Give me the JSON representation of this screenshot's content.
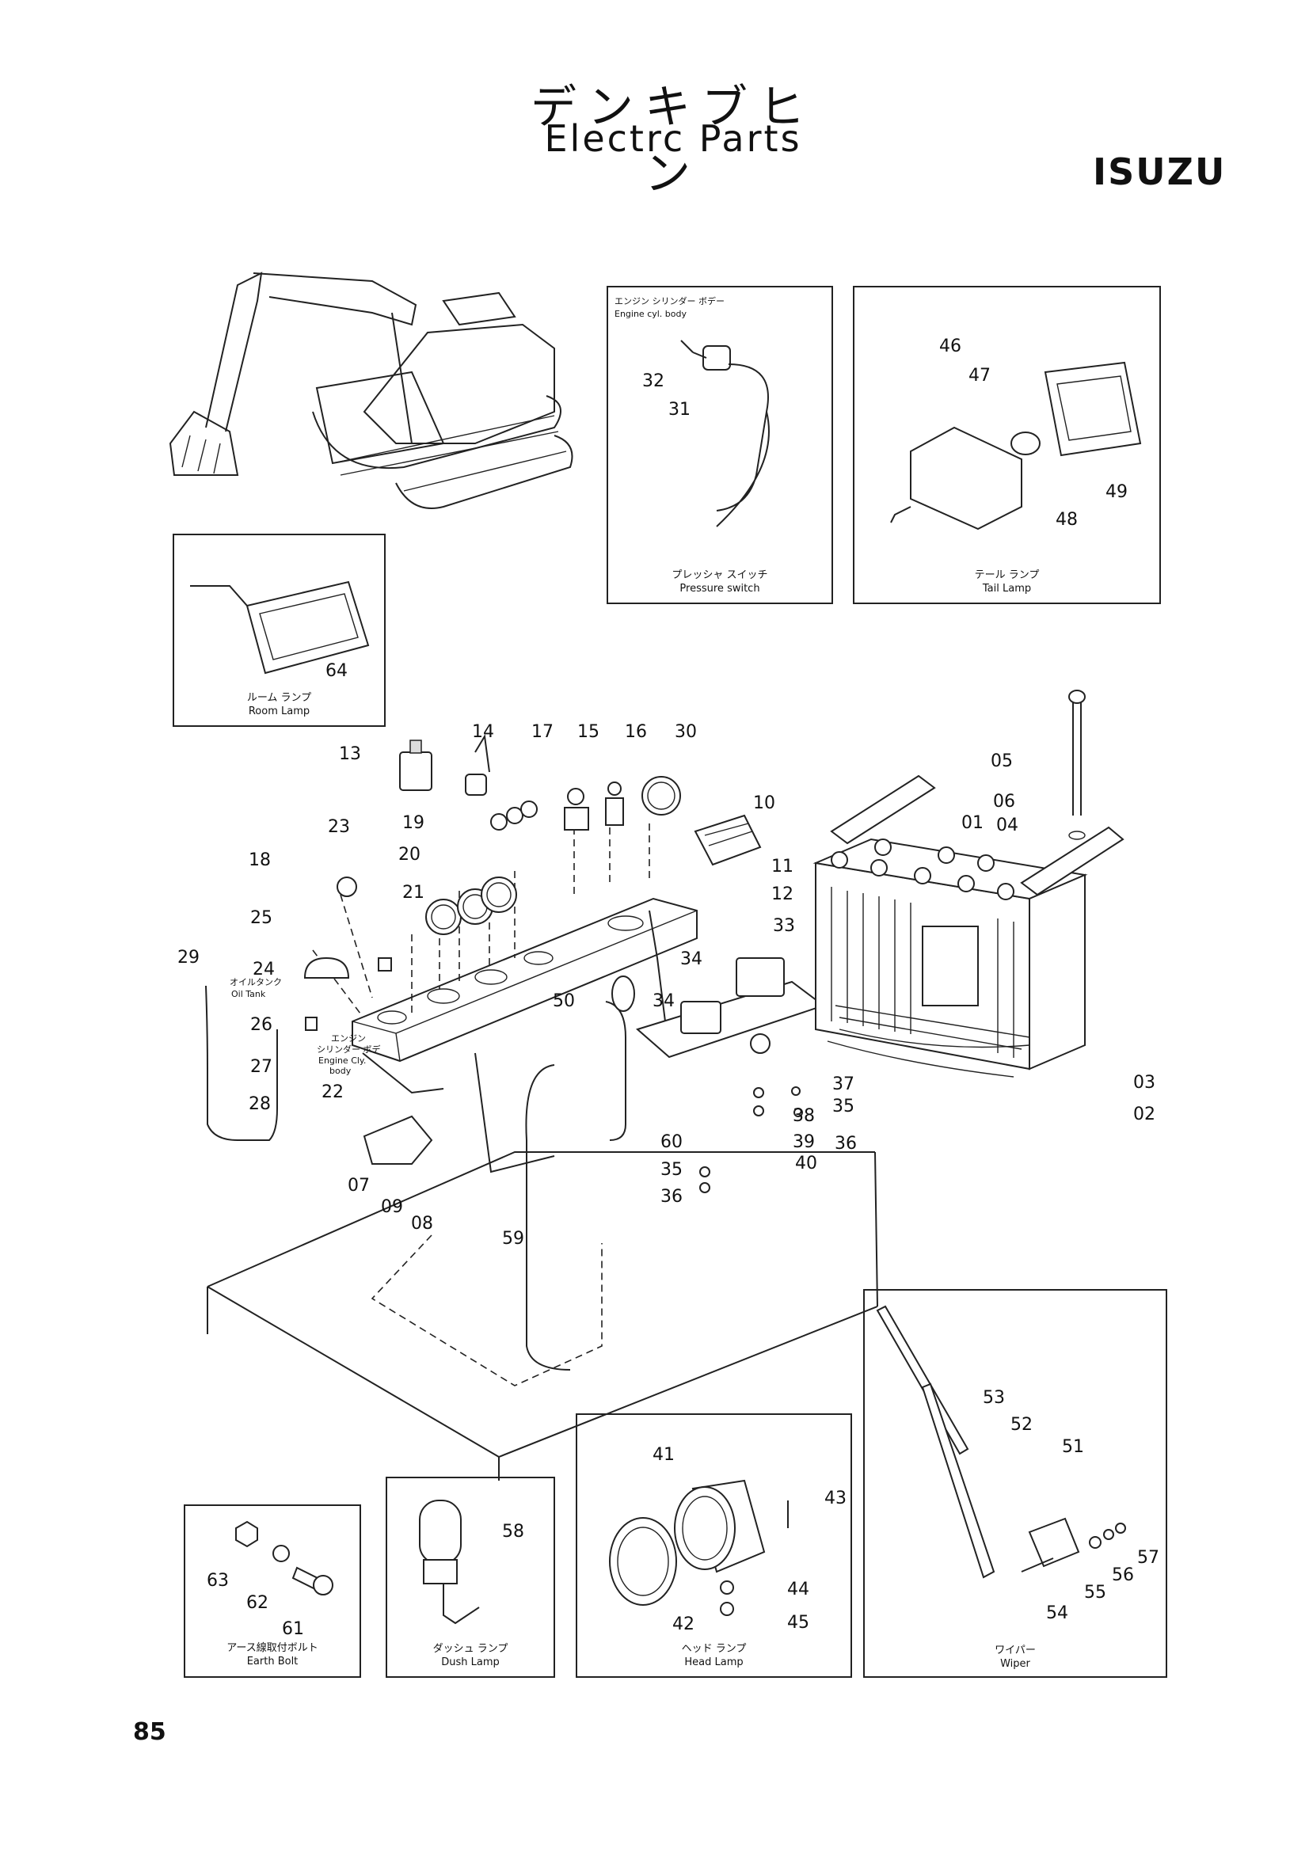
{
  "header": {
    "title_jp": "デンキブヒン",
    "title_en": "Electrc Parts",
    "brand": "ISUZU"
  },
  "insets": {
    "pressure": {
      "note_jp": "エンジン シリンダー ボデー",
      "note_en": "Engine cyl. body",
      "caption_jp": "プレッシャ スイッチ",
      "caption_en": "Pressure switch"
    },
    "tail": {
      "caption_jp": "テール ランプ",
      "caption_en": "Tail Lamp"
    },
    "room": {
      "caption_jp": "ルーム ランプ",
      "caption_en": "Room Lamp"
    },
    "earth": {
      "caption_jp": "アース線取付ボルト",
      "caption_en": "Earth Bolt"
    },
    "dush": {
      "caption_jp": "ダッシュ ランプ",
      "caption_en": "Dush Lamp"
    },
    "head": {
      "caption_jp": "ヘッド ランプ",
      "caption_en": "Head Lamp"
    },
    "wiper": {
      "caption_jp": "ワイパー",
      "caption_en": "Wiper"
    }
  },
  "labels": {
    "oil_tank_jp": "オイルタンク",
    "oil_tank_en": "Oil Tank",
    "engine_jp_1": "エンジン",
    "engine_jp_2": "シリンダー ボデ",
    "engine_en_1": "Engine Cly.",
    "engine_en_2": "body"
  },
  "callouts": [
    {
      "id": "01",
      "text": "01"
    },
    {
      "id": "02",
      "text": "02"
    },
    {
      "id": "03",
      "text": "03"
    },
    {
      "id": "04",
      "text": "04"
    },
    {
      "id": "05",
      "text": "05"
    },
    {
      "id": "06",
      "text": "06"
    },
    {
      "id": "07",
      "text": "07"
    },
    {
      "id": "08",
      "text": "08"
    },
    {
      "id": "09",
      "text": "09"
    },
    {
      "id": "10",
      "text": "10"
    },
    {
      "id": "11",
      "text": "11"
    },
    {
      "id": "12",
      "text": "12"
    },
    {
      "id": "13",
      "text": "13"
    },
    {
      "id": "14",
      "text": "14"
    },
    {
      "id": "15",
      "text": "15"
    },
    {
      "id": "16",
      "text": "16"
    },
    {
      "id": "17",
      "text": "17"
    },
    {
      "id": "18",
      "text": "18"
    },
    {
      "id": "19",
      "text": "19"
    },
    {
      "id": "20",
      "text": "20"
    },
    {
      "id": "21",
      "text": "21"
    },
    {
      "id": "22",
      "text": "22"
    },
    {
      "id": "23",
      "text": "23"
    },
    {
      "id": "24",
      "text": "24"
    },
    {
      "id": "25",
      "text": "25"
    },
    {
      "id": "26",
      "text": "26"
    },
    {
      "id": "27",
      "text": "27"
    },
    {
      "id": "28",
      "text": "28"
    },
    {
      "id": "29",
      "text": "29"
    },
    {
      "id": "30",
      "text": "30"
    },
    {
      "id": "31",
      "text": "31"
    },
    {
      "id": "32",
      "text": "32"
    },
    {
      "id": "33",
      "text": "33"
    },
    {
      "id": "34a",
      "text": "34"
    },
    {
      "id": "34b",
      "text": "34"
    },
    {
      "id": "35a",
      "text": "35"
    },
    {
      "id": "35b",
      "text": "35"
    },
    {
      "id": "36a",
      "text": "36"
    },
    {
      "id": "36b",
      "text": "36"
    },
    {
      "id": "37",
      "text": "37"
    },
    {
      "id": "38",
      "text": "38"
    },
    {
      "id": "39",
      "text": "39"
    },
    {
      "id": "40",
      "text": "40"
    },
    {
      "id": "41",
      "text": "41"
    },
    {
      "id": "42",
      "text": "42"
    },
    {
      "id": "43",
      "text": "43"
    },
    {
      "id": "44",
      "text": "44"
    },
    {
      "id": "45",
      "text": "45"
    },
    {
      "id": "46",
      "text": "46"
    },
    {
      "id": "47",
      "text": "47"
    },
    {
      "id": "48",
      "text": "48"
    },
    {
      "id": "49",
      "text": "49"
    },
    {
      "id": "50",
      "text": "50"
    },
    {
      "id": "51",
      "text": "51"
    },
    {
      "id": "52",
      "text": "52"
    },
    {
      "id": "53",
      "text": "53"
    },
    {
      "id": "54",
      "text": "54"
    },
    {
      "id": "55",
      "text": "55"
    },
    {
      "id": "56",
      "text": "56"
    },
    {
      "id": "57",
      "text": "57"
    },
    {
      "id": "58",
      "text": "58"
    },
    {
      "id": "59",
      "text": "59"
    },
    {
      "id": "60",
      "text": "60"
    },
    {
      "id": "61",
      "text": "61"
    },
    {
      "id": "62",
      "text": "62"
    },
    {
      "id": "63",
      "text": "63"
    },
    {
      "id": "64",
      "text": "64"
    }
  ],
  "footer": {
    "page_number": "85"
  }
}
